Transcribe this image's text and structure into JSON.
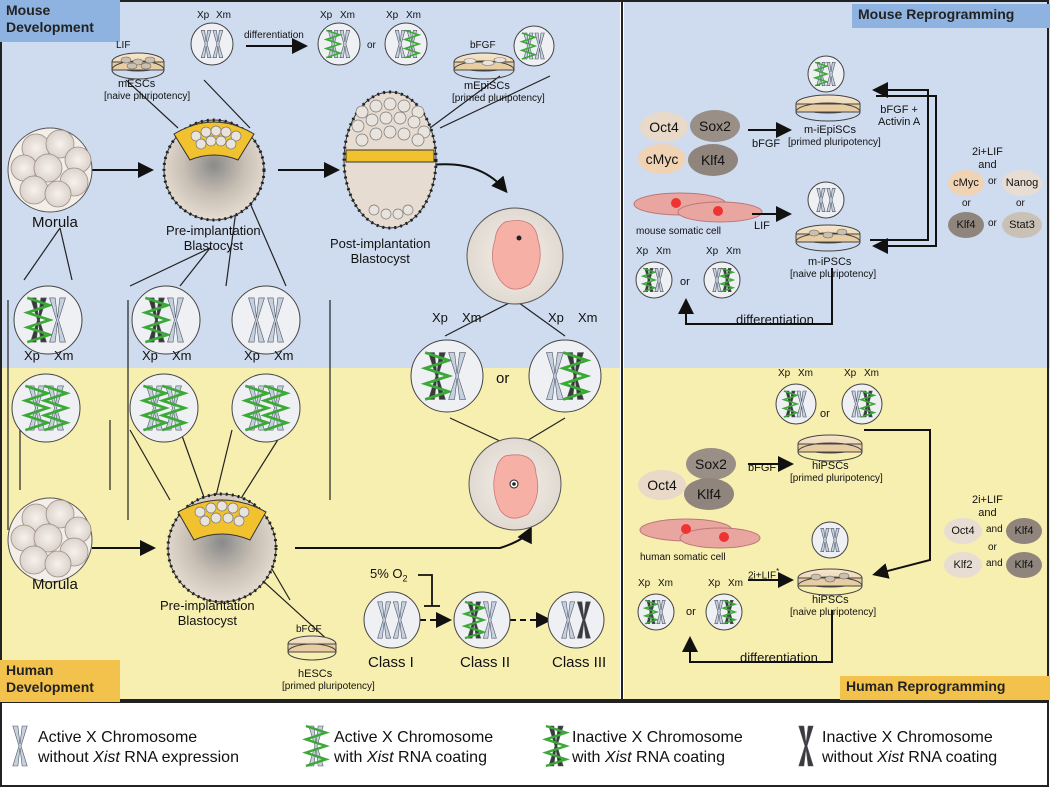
{
  "panels": {
    "mouse_dev": "Mouse\nDevelopment",
    "human_dev": "Human\nDevelopment",
    "mouse_reprog": "Mouse Reprogramming",
    "human_reprog": "Human Reprogramming"
  },
  "mouse": {
    "lif": "LIF",
    "mescs": "mESCs",
    "mescs_state": "[naive pluripotency]",
    "differentiation": "differentiation",
    "or": "or",
    "bfgf": "bFGF",
    "mepiscs": "mEpiSCs",
    "mepiscs_state": "[primed pluripotency]",
    "morula": "Morula",
    "pre_impl": "Pre-implantation\nBlastocyst",
    "post_impl": "Post-implantation\nBlastocyst"
  },
  "xlabels": {
    "xp": "Xp",
    "xm": "Xm"
  },
  "human": {
    "morula": "Morula",
    "pre_impl": "Pre-implantation\nBlastocyst",
    "o2": "5% O",
    "o2_sub": "2",
    "bfgf": "bFGF",
    "hescs": "hESCs",
    "hescs_state": "[primed pluripotency]",
    "class1": "Class I",
    "class2": "Class II",
    "class3": "Class III",
    "or": "or"
  },
  "mouse_reprog": {
    "factors": [
      "Oct4",
      "Sox2",
      "cMyc",
      "Klf4"
    ],
    "bfgf": "bFGF",
    "lif": "LIF",
    "somatic": "mouse somatic cell",
    "miepiscs": "m-iEpiSCs",
    "miepiscs_state": "[primed pluripotency]",
    "mipscs": "m-iPSCs",
    "mipscs_state": "[naive pluripotency]",
    "activin": "bFGF +\nActivin A",
    "combo_title": "2i+LIF\nand",
    "combo": [
      "cMyc",
      "Nanog",
      "Klf4",
      "Stat3"
    ],
    "or": "or",
    "differentiation": "differentiation"
  },
  "human_reprog": {
    "factors": [
      "Sox2",
      "Oct4",
      "Klf4"
    ],
    "bfgf": "bFGF",
    "lif": "2i+LIF",
    "lif_star": "*",
    "somatic": "human somatic cell",
    "hipscs_primed": "hiPSCs",
    "primed_state": "[primed pluripotency]",
    "hipscs_naive": "hiPSCs",
    "naive_state": "[naive pluripotency]",
    "combo_title": "2i+LIF\nand",
    "combo": [
      "Oct4",
      "Klf4",
      "Klf2",
      "Klf4"
    ],
    "and": "and",
    "or": "or",
    "differentiation": "differentiation"
  },
  "legend": [
    {
      "line1": "Active X Chromosome",
      "line2a": "without ",
      "xist": "Xist",
      "line2b": " RNA expression",
      "icon": "active-x-icon"
    },
    {
      "line1": "Active X Chromosome",
      "line2a": "with ",
      "xist": "Xist",
      "line2b": " RNA coating",
      "icon": "active-x-coated-icon"
    },
    {
      "line1": "Inactive X Chromosome",
      "line2a": "with ",
      "xist": "Xist",
      "line2b": " RNA coating",
      "icon": "inactive-x-coated-icon"
    },
    {
      "line1": "Inactive X Chromosome",
      "line2a": "without ",
      "xist": "Xist",
      "line2b": " RNA coating",
      "icon": "inactive-x-icon"
    }
  ],
  "colors": {
    "mouse_bg": "#cfdcef",
    "human_bg": "#f7efb0",
    "mouse_label": "#8fb3e0",
    "human_label": "#f3c24d",
    "xist_green": "#3aa935",
    "active_chr": "#c4d2e0",
    "inactive_chr": "#3a3a3a"
  }
}
